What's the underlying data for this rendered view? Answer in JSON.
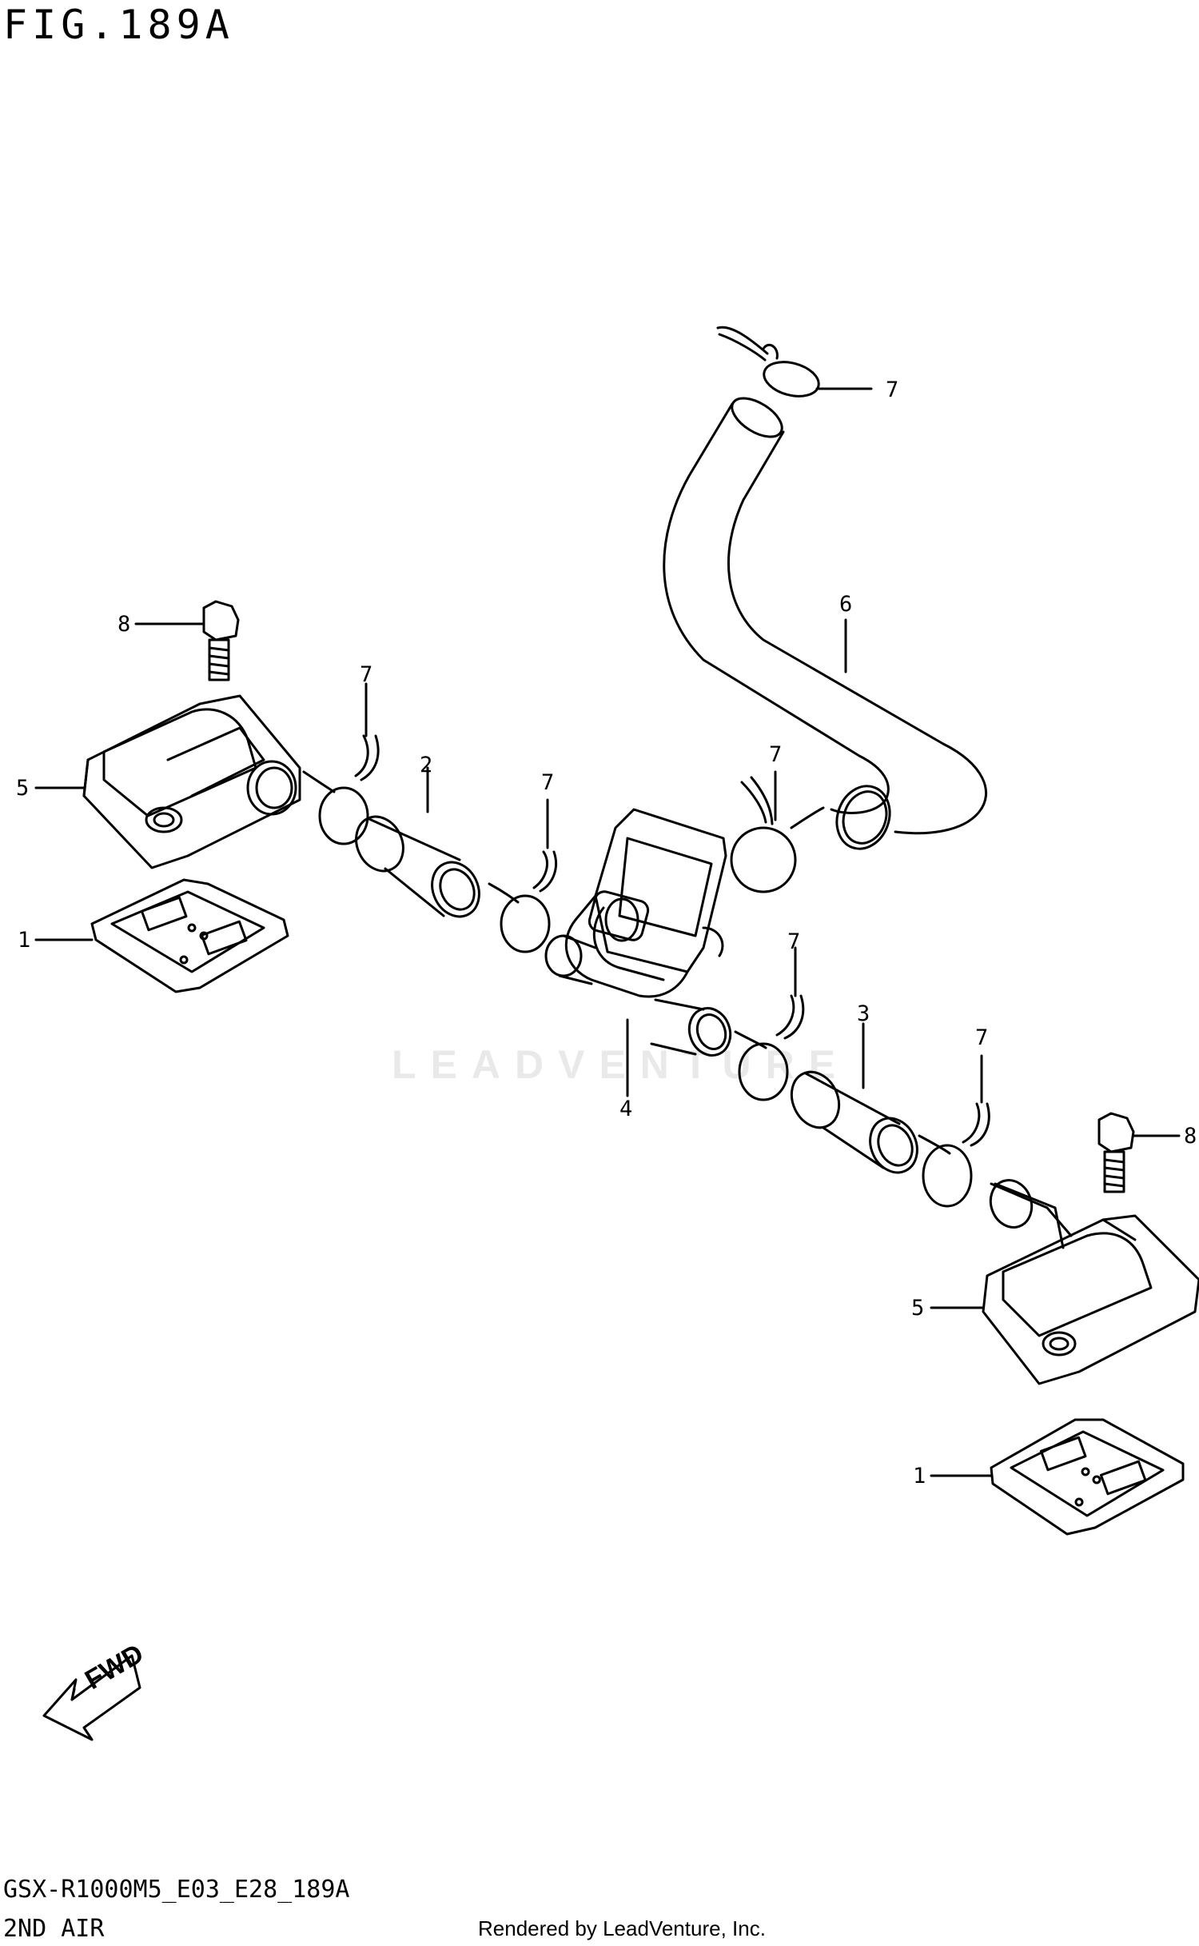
{
  "figure_title": "FIG.189A",
  "footer": {
    "model_code": "GSX-R1000M5_E03_E28_189A",
    "section_name": "2ND AIR",
    "rendered_by": "Rendered by LeadVenture, Inc."
  },
  "watermark": "LEADVENTURE",
  "fwd_label": "FWD",
  "callouts": {
    "c7_top": "7",
    "c6": "6",
    "c8_left": "8",
    "c7_left": "7",
    "c2": "2",
    "c5_left": "5",
    "c7_mid": "7",
    "c7_right": "7",
    "c1_left": "1",
    "c4": "4",
    "c7_lower": "7",
    "c3": "3",
    "c7_lower_right": "7",
    "c8_right": "8",
    "c5_right": "5",
    "c1_right": "1"
  },
  "colors": {
    "line": "#000000",
    "background": "#ffffff",
    "watermark": "#e9e9e9"
  }
}
